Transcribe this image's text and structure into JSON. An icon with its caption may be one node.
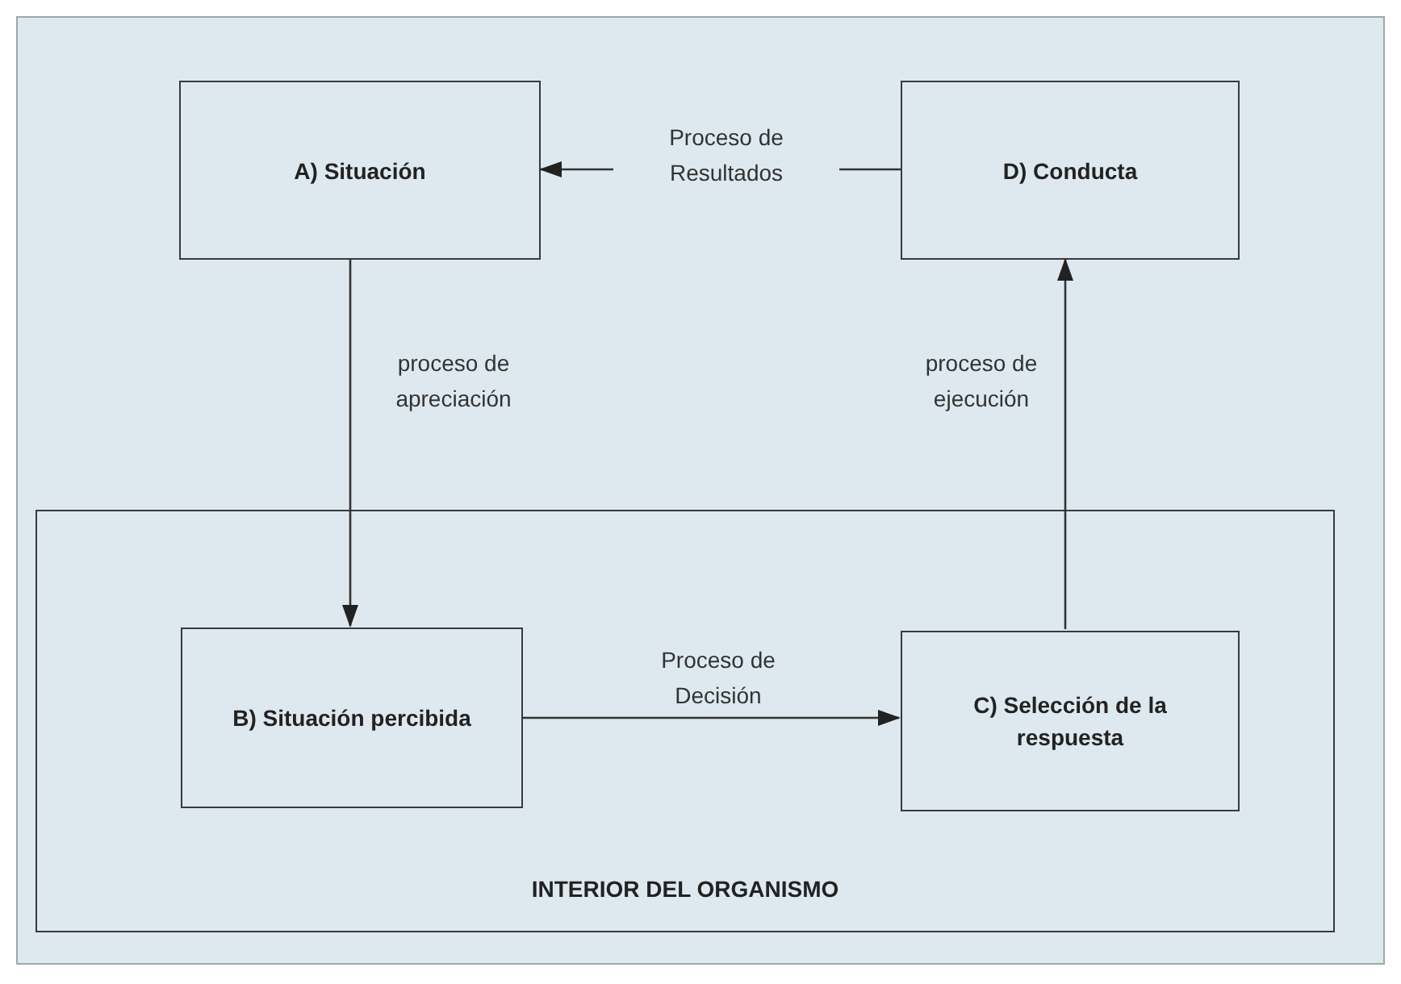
{
  "diagram": {
    "nodes": [
      {
        "text": [
          "A) Situación"
        ]
      },
      {
        "text": [
          "D) Conducta"
        ]
      },
      {
        "text": [
          "INTERIOR DEL ORGANISMO"
        ]
      },
      {
        "text": [
          "B) Situación percibida"
        ],
        "in": 2
      },
      {
        "text": [
          "C) Selección de la respuesta"
        ],
        "in": 2
      }
    ],
    "edges": [
      {
        "from": 1,
        "to": 0,
        "arrow": "to",
        "label": "Proceso de Resultados"
      },
      {
        "from": 0,
        "to": 3,
        "arrow": "to",
        "label": "proceso de apreciación"
      },
      {
        "from": 3,
        "to": 4,
        "arrow": "to",
        "label": "Proceso de Decisión"
      },
      {
        "from": 4,
        "to": 1,
        "arrow": "to",
        "label": "proceso de ejecución"
      }
    ]
  }
}
